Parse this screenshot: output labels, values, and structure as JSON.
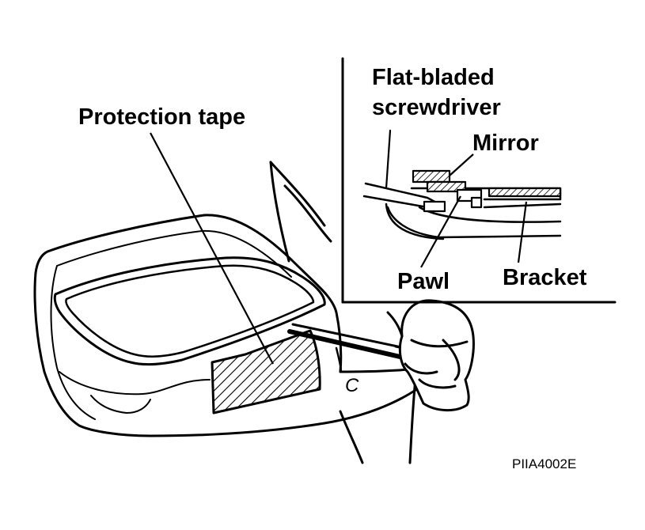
{
  "labels": {
    "protection_tape": "Protection tape",
    "screwdriver_line1": "Flat-bladed",
    "screwdriver_line2": "screwdriver",
    "mirror": "Mirror",
    "pawl": "Pawl",
    "bracket": "Bracket",
    "figure_code": "PIIA4002E",
    "housing_mark": "C"
  },
  "colors": {
    "ink": "#000000",
    "paper": "#ffffff"
  }
}
